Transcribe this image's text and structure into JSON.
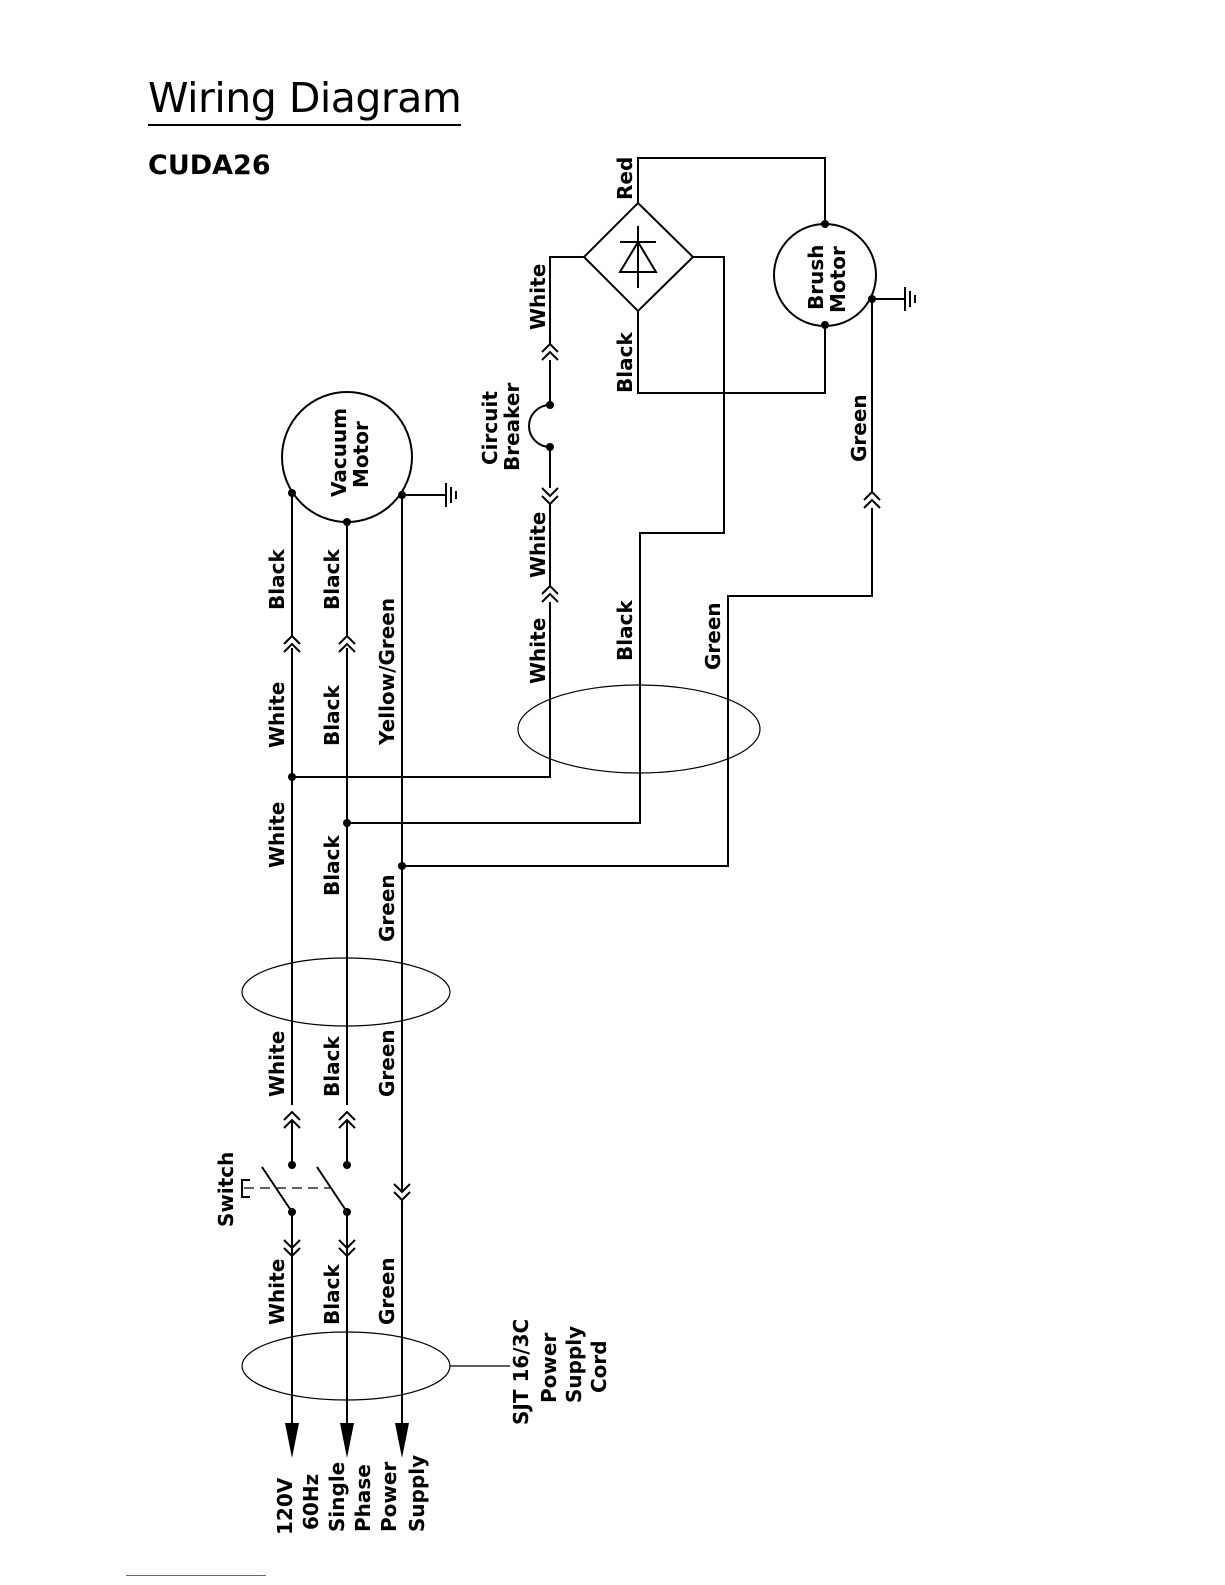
{
  "header": {
    "title": "Wiring Diagram",
    "model": "CUDA26"
  },
  "components": {
    "vacuum_motor": [
      "Vacuum",
      "Motor"
    ],
    "brush_motor": [
      "Brush",
      "Motor"
    ],
    "circuit_breaker": [
      "Circuit",
      "Breaker"
    ],
    "switch": "Switch",
    "cord": [
      "SJT 16/3C",
      "Power",
      "Supply",
      "Cord"
    ],
    "supply": [
      "120V",
      "60Hz",
      "Single",
      "Phase",
      "Power",
      "Supply"
    ]
  },
  "wire_labels": {
    "white": "White",
    "black": "Black",
    "green": "Green",
    "yellow_green": "Yellow/Green",
    "red": "Red"
  }
}
